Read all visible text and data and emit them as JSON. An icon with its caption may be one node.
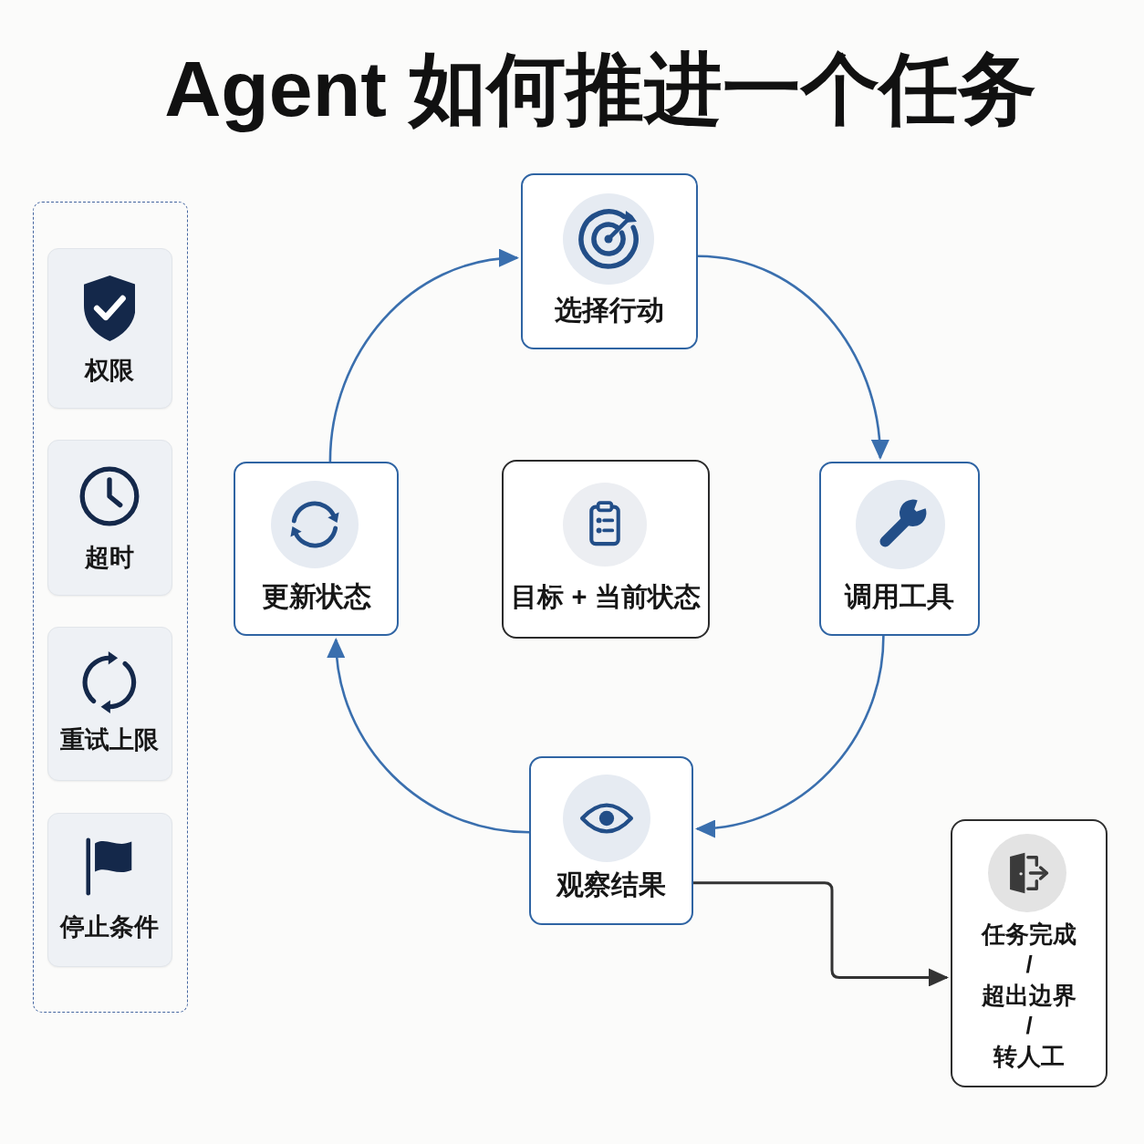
{
  "diagram": {
    "title": "Agent 如何推进一个任务",
    "nodes": [
      {
        "text": [],
        "shape": "box"
      },
      {
        "text": [
          "权限"
        ],
        "in": 0
      },
      {
        "text": [
          "超时"
        ],
        "in": 0
      },
      {
        "text": [
          "重试上限"
        ],
        "in": 0
      },
      {
        "text": [
          "停止条件"
        ],
        "in": 0
      },
      {
        "text": [
          "选择行动"
        ]
      },
      {
        "text": [
          "更新状态"
        ]
      },
      {
        "text": [
          "目标 + 当前状态"
        ]
      },
      {
        "text": [
          "调用工具"
        ]
      },
      {
        "text": [
          "观察结果"
        ]
      },
      {
        "text": [
          "任务完成",
          "/",
          "超出边界",
          "/",
          "转人工"
        ]
      }
    ],
    "edges": [
      {
        "from": 5,
        "to": 8,
        "arrow": "to"
      },
      {
        "from": 8,
        "to": 9,
        "arrow": "to"
      },
      {
        "from": 9,
        "to": 6,
        "arrow": "to"
      },
      {
        "from": 6,
        "to": 5,
        "arrow": "to"
      },
      {
        "from": 9,
        "to": 10,
        "arrow": "to",
        "color": "#333333"
      }
    ]
  }
}
